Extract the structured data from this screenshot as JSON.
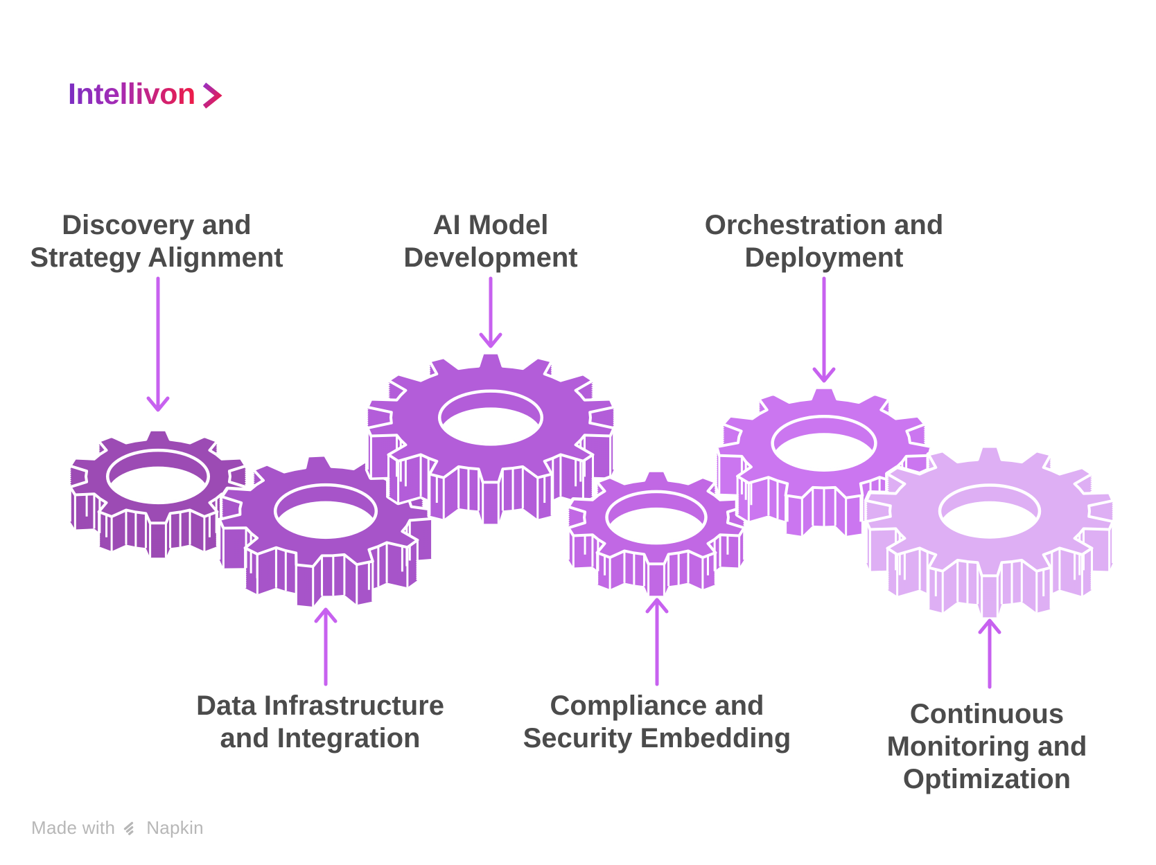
{
  "logo": {
    "text": "Intellivon",
    "gradient_stops": [
      "#7b2ec2",
      "#a52bb4",
      "#d2216f",
      "#ee1c47"
    ]
  },
  "label_color": "#4b4b4b",
  "arrow_color": "#c761ef",
  "steps": [
    {
      "label": "Discovery and Strategy Alignment",
      "lines": [
        "Discovery and",
        "Strategy Alignment"
      ],
      "label_position": "top",
      "gear_color": "#9c4bb4",
      "gear_size": "small"
    },
    {
      "label": "Data Infrastructure and Integration",
      "lines": [
        "Data Infrastructure",
        "and Integration"
      ],
      "label_position": "bottom",
      "gear_color": "#a754c9",
      "gear_size": "medium"
    },
    {
      "label": "AI Model Development",
      "lines": [
        "AI Model",
        "Development"
      ],
      "label_position": "top",
      "gear_color": "#b35dd9",
      "gear_size": "large"
    },
    {
      "label": "Compliance and Security Embedding",
      "lines": [
        "Compliance and",
        "Security Embedding"
      ],
      "label_position": "bottom",
      "gear_color": "#c168e4",
      "gear_size": "small"
    },
    {
      "label": "Orchestration and Deployment",
      "lines": [
        "Orchestration and",
        "Deployment"
      ],
      "label_position": "top",
      "gear_color": "#cb76f0",
      "gear_size": "medium"
    },
    {
      "label": "Continuous Monitoring and Optimization",
      "lines": [
        "Continuous",
        "Monitoring and",
        "Optimization"
      ],
      "label_position": "bottom",
      "gear_color": "#deaff4",
      "gear_size": "large"
    }
  ],
  "watermark": {
    "made_with": "Made with",
    "brand": "Napkin"
  }
}
